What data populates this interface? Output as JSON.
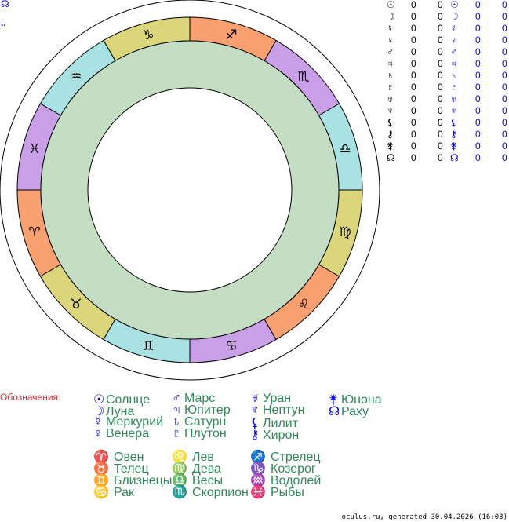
{
  "corner": {
    "glyph": "☊",
    "dots": ".."
  },
  "signs": [
    {
      "glyph": "♈",
      "element": "fire"
    },
    {
      "glyph": "♉",
      "element": "earth"
    },
    {
      "glyph": "♊",
      "element": "air"
    },
    {
      "glyph": "♋",
      "element": "water"
    },
    {
      "glyph": "♌",
      "element": "fire"
    },
    {
      "glyph": "♍",
      "element": "earth"
    },
    {
      "glyph": "♎",
      "element": "air"
    },
    {
      "glyph": "♏",
      "element": "water"
    },
    {
      "glyph": "♐",
      "element": "fire"
    },
    {
      "glyph": "♑",
      "element": "earth"
    },
    {
      "glyph": "♒",
      "element": "air"
    },
    {
      "glyph": "♓",
      "element": "water"
    }
  ],
  "colors": {
    "fire": "#f9a070",
    "earth": "#dcd67a",
    "air": "#a8e2e2",
    "water": "#c9a0e8",
    "ring": "#c4dec4"
  },
  "positions": [
    {
      "g": "☉",
      "a": "0",
      "b": "0",
      "c": "0",
      "d": "0"
    },
    {
      "g": "☽",
      "a": "0",
      "b": "0",
      "c": "0",
      "d": "0"
    },
    {
      "g": "☿",
      "a": "0",
      "b": "0",
      "c": "0",
      "d": "0"
    },
    {
      "g": "♀",
      "a": "0",
      "b": "0",
      "c": "0",
      "d": "0"
    },
    {
      "g": "♂",
      "a": "0",
      "b": "0",
      "c": "0",
      "d": "0"
    },
    {
      "g": "♃",
      "a": "0",
      "b": "0",
      "c": "0",
      "d": "0"
    },
    {
      "g": "♄",
      "a": "0",
      "b": "0",
      "c": "0",
      "d": "0"
    },
    {
      "g": "♇",
      "a": "0",
      "b": "0",
      "c": "0",
      "d": "0"
    },
    {
      "g": "♅",
      "a": "0",
      "b": "0",
      "c": "0",
      "d": "0"
    },
    {
      "g": "♆",
      "a": "0",
      "b": "0",
      "c": "0",
      "d": "0"
    },
    {
      "g": "⚸",
      "a": "0",
      "b": "0",
      "c": "0",
      "d": "0"
    },
    {
      "g": "⚷",
      "a": "0",
      "b": "0",
      "c": "0",
      "d": "0"
    },
    {
      "g": "⚵",
      "a": "0",
      "b": "0",
      "c": "0",
      "d": "0"
    },
    {
      "g": "☊",
      "a": "0",
      "b": "0",
      "c": "0",
      "d": "0"
    }
  ],
  "legend": {
    "title": "Обозначения:",
    "planets": [
      [
        {
          "g": "☉",
          "t": "Солнце"
        },
        {
          "g": "☽",
          "t": "Луна"
        },
        {
          "g": "☿",
          "t": "Меркурий"
        },
        {
          "g": "♀",
          "t": "Венера"
        }
      ],
      [
        {
          "g": "♂",
          "t": "Марс"
        },
        {
          "g": "♃",
          "t": "Юпитер"
        },
        {
          "g": "♄",
          "t": "Сатурн"
        },
        {
          "g": "♇",
          "t": "Плутон"
        }
      ],
      [
        {
          "g": "♅",
          "t": "Уран"
        },
        {
          "g": "♆",
          "t": "Нептун"
        },
        {
          "g": "⚸",
          "t": "Лилит"
        },
        {
          "g": "⚷",
          "t": "Хирон"
        }
      ],
      [
        {
          "g": "⚵",
          "t": "Юнона"
        },
        {
          "g": "☊",
          "t": "Раху"
        }
      ]
    ],
    "signs": [
      [
        {
          "g": "♈",
          "t": "Овен"
        },
        {
          "g": "♉",
          "t": "Телец"
        },
        {
          "g": "♊",
          "t": "Близнецы"
        },
        {
          "g": "♋",
          "t": "Рак"
        }
      ],
      [
        {
          "g": "♌",
          "t": "Лев"
        },
        {
          "g": "♍",
          "t": "Дева"
        },
        {
          "g": "♎",
          "t": "Весы"
        },
        {
          "g": "♏",
          "t": "Скорпион"
        }
      ],
      [
        {
          "g": "♐",
          "t": "Стрелец"
        },
        {
          "g": "♑",
          "t": "Козерог"
        },
        {
          "g": "♒",
          "t": "Водолей"
        },
        {
          "g": "♓",
          "t": "Рыбы"
        }
      ]
    ]
  },
  "footer": "oculus.ru, generated 30.04.2026 (16:03)"
}
